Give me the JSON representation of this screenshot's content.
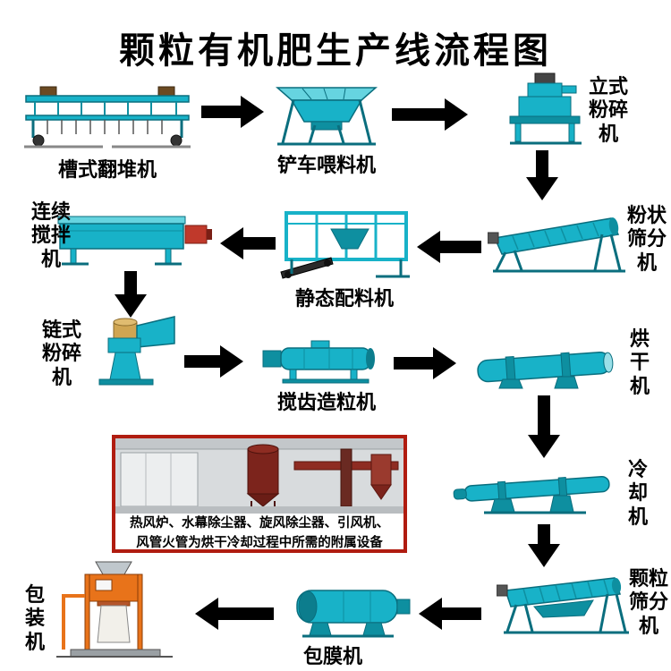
{
  "title": "颗粒有机肥生产线流程图",
  "labels": {
    "turner": "槽式翻堆机",
    "feeder": "铲车喂料机",
    "vertical_crusher": "立式粉碎机",
    "powder_screener": "粉状筛分机",
    "static_batcher": "静态配料机",
    "mixer": "连续搅拌机",
    "chain_crusher": "链式粉碎机",
    "granulator": "搅齿造粒机",
    "dryer": "烘干机",
    "cooler": "冷却机",
    "granule_screener": "颗粒筛分机",
    "coater": "包膜机",
    "packer": "包装机"
  },
  "aux_note": {
    "line1": "热风炉、水幕除尘器、旋风除尘器、引风机、",
    "line2": "风管火管为烘干冷却过程中所需的附属设备"
  },
  "colors": {
    "machine_teal": "#18b2c8",
    "machine_teal_dark": "#0e8fa0",
    "arrow_black": "#000000",
    "packer_orange": "#e8731a",
    "photo_border_red": "#b01c10"
  }
}
